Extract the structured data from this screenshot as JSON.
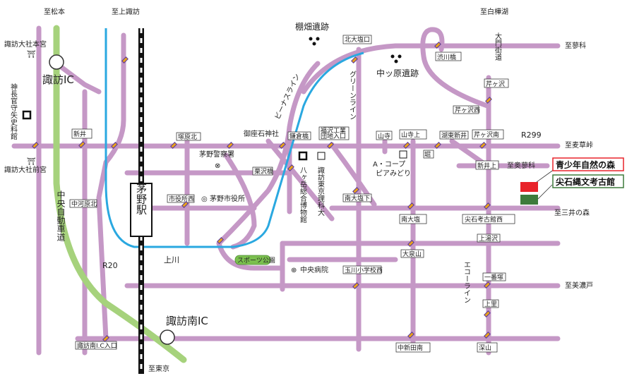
{
  "colors": {
    "road": "#c598c6",
    "highway": "#a6d27c",
    "river": "#2aa8e0",
    "rail_dark": "#111111",
    "highlight_red": "#e8232a",
    "highlight_green": "#3e7b3c"
  },
  "directions": {
    "matsumoto": "至松本",
    "kamisuwa": "至上諏訪",
    "shirakabako": "至白樺湖",
    "tateshina": "至蓼科",
    "mugikusatouge": "至麦草峠",
    "okutateshina": "至奥蓼科",
    "sannoimori": "至三井の森",
    "mino_to": "至美濃戸",
    "tokyo": "至東京"
  },
  "shrines": {
    "suwa_hon": "諏訪大社本宮",
    "suwa_mae": "諏訪大社前宮",
    "jinchokan": "神長官守矢史料館"
  },
  "interchanges": {
    "suwa_ic": "諏訪IC",
    "suwa_minami_ic": "諏訪南IC"
  },
  "roads": {
    "chuo_expressway": "中央自動車道",
    "r20": "R20",
    "r299": "R299",
    "venus_line": "ビーナスライン",
    "green_line": "グリーンライン",
    "eco_line": "エコーライン",
    "kawa": "上川"
  },
  "station": "茅野駅",
  "ruins": {
    "tanabatake": "棚畑遺跡",
    "nakappara": "中ッ原遺跡"
  },
  "landmarks": {
    "police": "茅野警察署",
    "city_hall": "茅野市役所",
    "onbashira": "御座石神社",
    "museum": "八ヶ岳総合博物館",
    "univ": "諏訪東京理科大",
    "coop": "A・コープ\nピアみどり",
    "hospital": "中央病院",
    "sports_park": "スポーツ公園"
  },
  "intersections": {
    "kitaoshio": "北大塩口",
    "shibukawa": "渋川橋",
    "chinojinja": "芹ヶ沢",
    "serigasawa_nishi": "芹ヶ沢西",
    "kohara": "塚原北",
    "arai": "新井",
    "nakagawara": "中河原北",
    "shiyakusho": "市役所西",
    "kamakura": "鎌倉橋",
    "industrial": "福沢工業\n団地入口",
    "yamadera": "山寺",
    "yamadera_ue": "山寺上",
    "kohara_shin": "湖東新井",
    "serigasawa_minami": "芹ヶ沢南",
    "hori": "堀",
    "shinidoue": "新井上",
    "nakaosawa": "栗沢橋",
    "minami_oshio_shita": "南大塩下",
    "minami_oshio": "南大塩",
    "togariishi_nishi": "尖石考古館西",
    "kamisawa": "上湯沢",
    "oizumiyama": "大泉山",
    "tamagawa": "玉川小学校西",
    "ichibanzuka": "一番塚",
    "kamisato": "上里",
    "nakashinden": "中新田南",
    "fukayama": "深山",
    "suwaminami_entrance": "諏訪南I.C入口"
  },
  "legend": {
    "youth_forest": "青少年自然の森",
    "togariishi": "尖石縄文考古館"
  }
}
